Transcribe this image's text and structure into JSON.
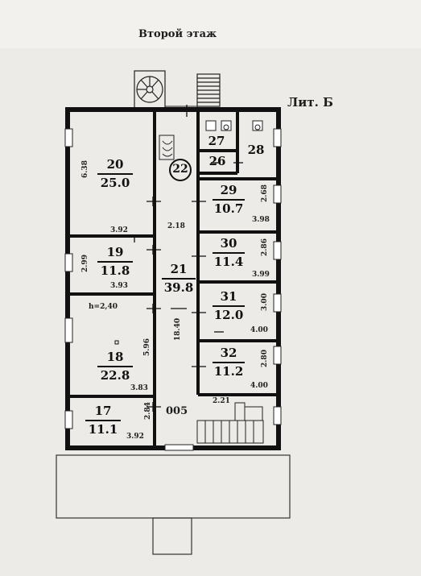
{
  "header": {
    "title": "Второй этаж",
    "lit": "Лит. Б"
  },
  "rooms": [
    {
      "num": "20",
      "area": "25.0"
    },
    {
      "num": "19",
      "area": "11.8"
    },
    {
      "num": "18",
      "area": "22.8"
    },
    {
      "num": "17",
      "area": "11.1"
    },
    {
      "num": "21",
      "area": "39.8"
    },
    {
      "num": "27",
      "area": ""
    },
    {
      "num": "28",
      "area": ""
    },
    {
      "num": "26",
      "area": ""
    },
    {
      "num": "29",
      "area": "10.7"
    },
    {
      "num": "30",
      "area": "11.4"
    },
    {
      "num": "31",
      "area": "12.0"
    },
    {
      "num": "32",
      "area": "11.2"
    }
  ],
  "circle_label": "22",
  "dimensions": {
    "r20_h": "6.38",
    "r20_w": "3.92",
    "r19_h": "2.99",
    "r19_w": "3.93",
    "r18_h": "5.96",
    "r18_w": "3.83",
    "ceiling": "h=2,40",
    "r17_h": "2.84",
    "r17_w": "3.92",
    "corr_len": "18.40",
    "corr_w": "2.18",
    "r29_h": "2.68",
    "r29_w": "3.98",
    "r30_h": "2.86",
    "r30_w": "3.99",
    "r31_h": "3.00",
    "r31_w": "4.00",
    "r32_h": "2.80",
    "r32_w": "4.00",
    "stair_w": "2.21",
    "code": "005"
  }
}
